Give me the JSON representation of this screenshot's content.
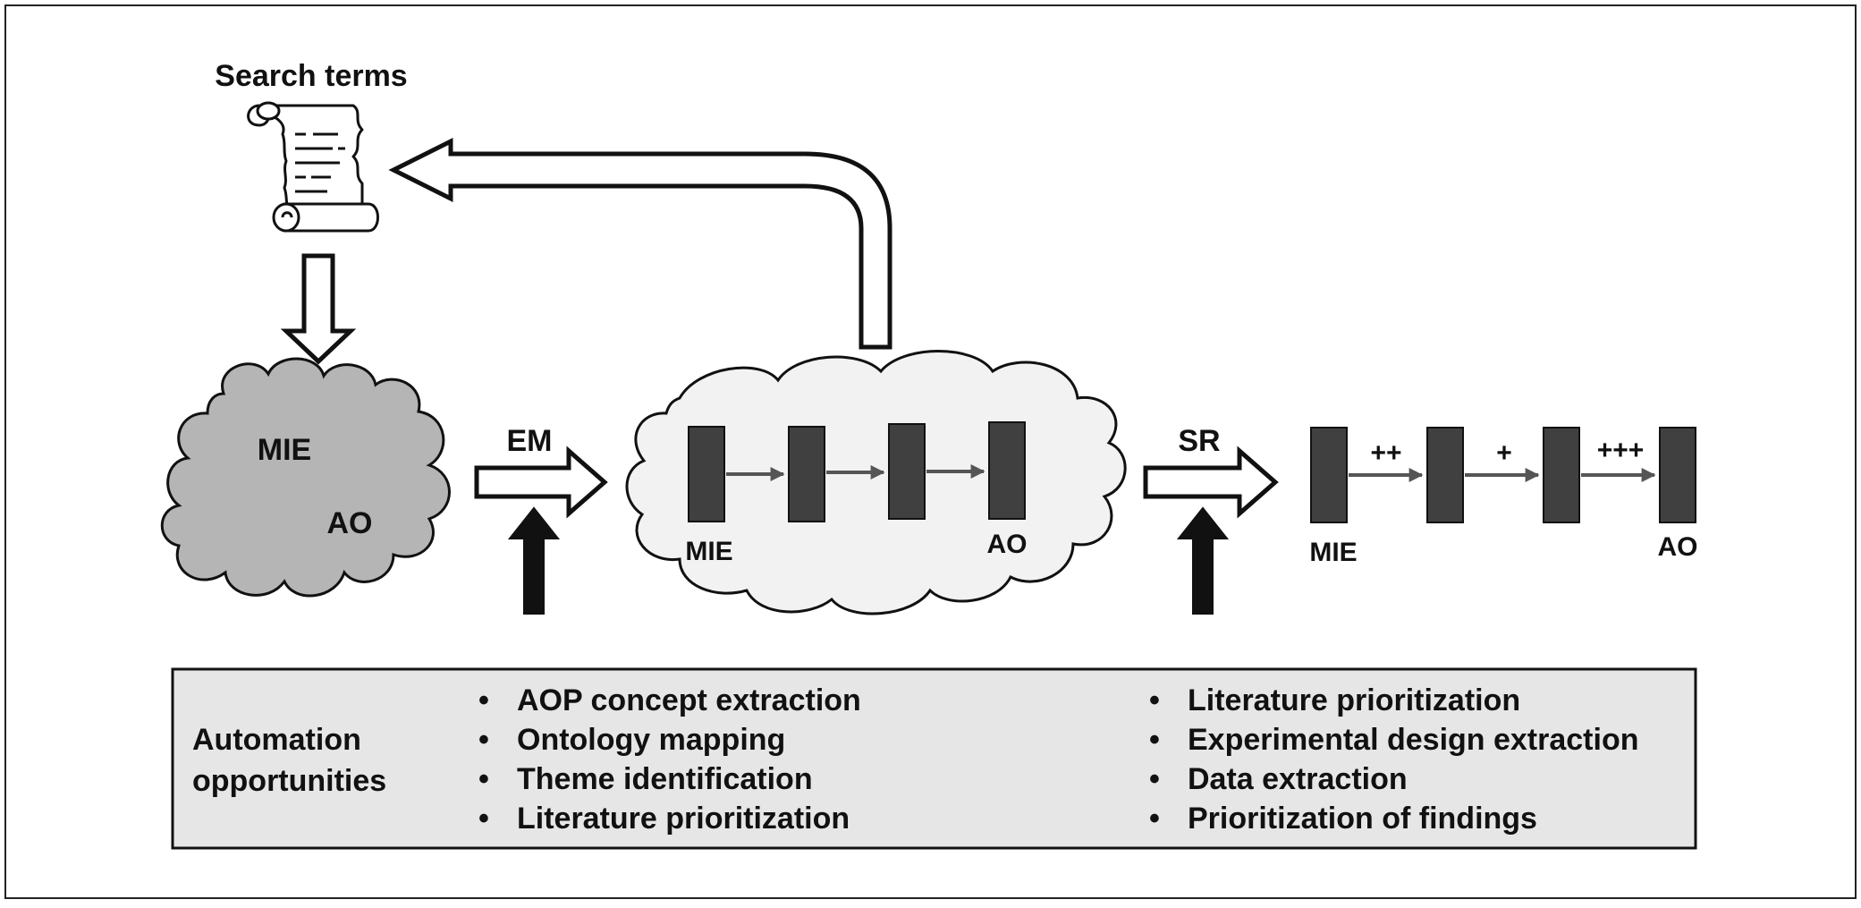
{
  "search_terms": {
    "label": "Search terms"
  },
  "raw_cloud": {
    "mie": "MIE",
    "ao": "AO"
  },
  "steps": {
    "em": "EM",
    "sr": "SR"
  },
  "network_cloud": {
    "mie": "MIE",
    "ao": "AO"
  },
  "final_chain": {
    "mie": "MIE",
    "ao": "AO",
    "edge_labels": [
      "++",
      "+",
      "+++"
    ]
  },
  "automation": {
    "title_line1": "Automation",
    "title_line2": "opportunities",
    "bullet": "•",
    "em_items": [
      "AOP concept extraction",
      "Ontology mapping",
      "Theme identification",
      "Literature prioritization"
    ],
    "sr_items": [
      "Literature prioritization",
      "Experimental design extraction",
      "Data extraction",
      "Prioritization of findings"
    ]
  },
  "colors": {
    "raw_cloud_fill": "#b5b5b5",
    "network_cloud_fill": "#f2f2f2",
    "node_fill": "#404040",
    "panel_fill": "#e6e6e6",
    "edge_stroke": "#555555"
  }
}
